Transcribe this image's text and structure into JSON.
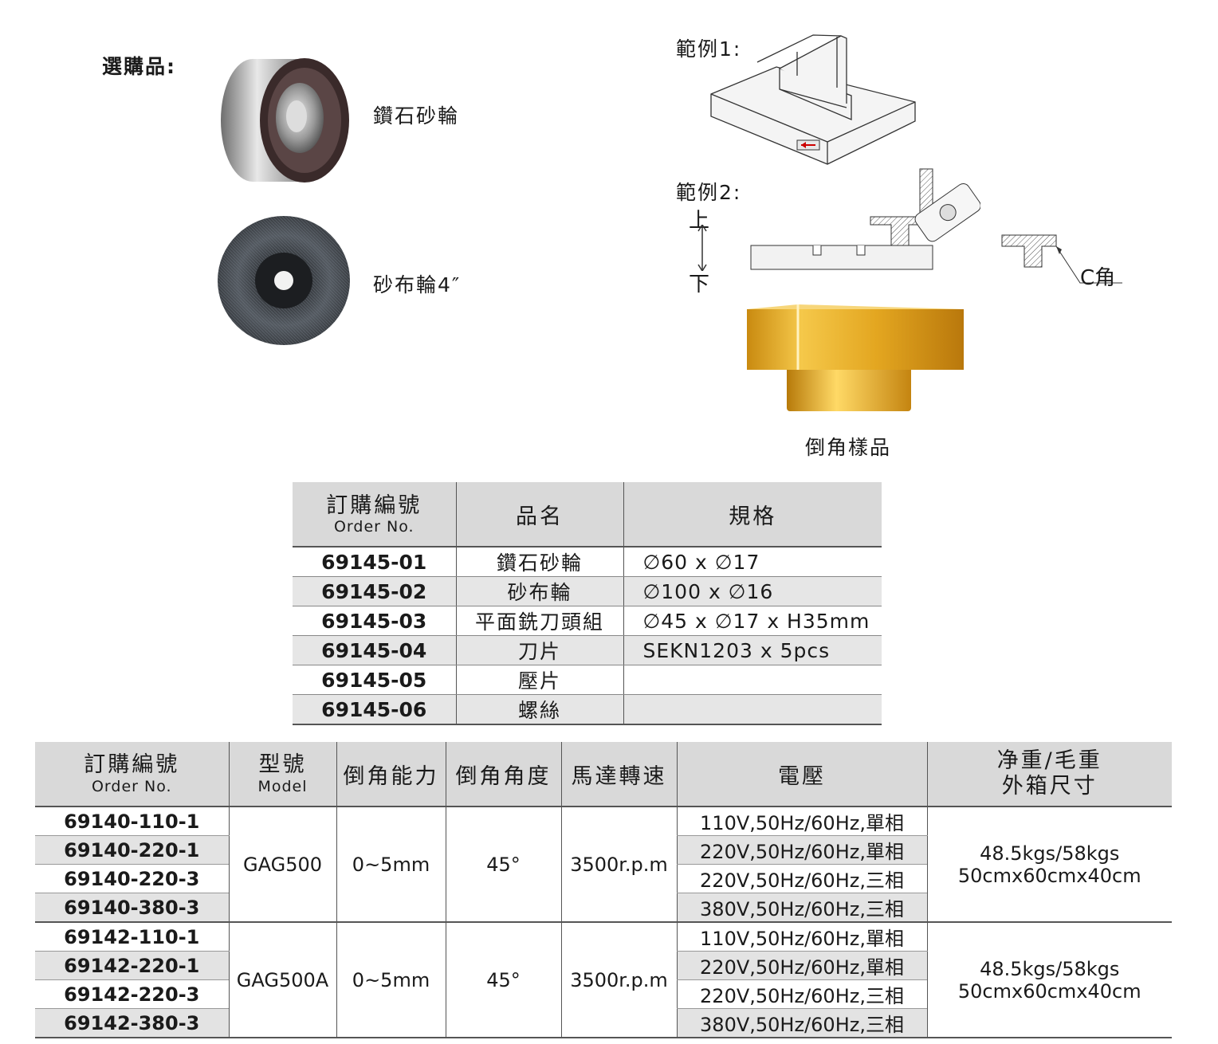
{
  "optional_label": "選購品:",
  "options": [
    {
      "label": "鑽石砂輪"
    },
    {
      "label": "砂布輪4″"
    }
  ],
  "examples": {
    "ex1_label": "範例1:",
    "ex2_label": "範例2:",
    "up_label": "上",
    "down_label": "下",
    "c_corner_label": "C角",
    "sample_label": "倒角樣品"
  },
  "parts_table": {
    "headers": {
      "order_main": "訂購編號",
      "order_sub": "Order No.",
      "name": "品名",
      "spec": "規格"
    },
    "rows": [
      {
        "order": "69145-01",
        "name": "鑽石砂輪",
        "spec": "∅60 x ∅17"
      },
      {
        "order": "69145-02",
        "name": "砂布輪",
        "spec": "∅100 x ∅16"
      },
      {
        "order": "69145-03",
        "name": "平面銑刀頭組",
        "spec": "∅45 x ∅17 x H35mm"
      },
      {
        "order": "69145-04",
        "name": "刀片",
        "spec": "SEKN1203 x 5pcs"
      },
      {
        "order": "69145-05",
        "name": "壓片",
        "spec": ""
      },
      {
        "order": "69145-06",
        "name": "螺絲",
        "spec": ""
      }
    ]
  },
  "model_table": {
    "headers": {
      "order_main": "訂購編號",
      "order_sub": "Order No.",
      "model_main": "型號",
      "model_sub": "Model",
      "capacity": "倒角能力",
      "angle": "倒角角度",
      "speed": "馬達轉速",
      "voltage": "電壓",
      "weight_line1": "净重/毛重",
      "weight_line2": "外箱尺寸"
    },
    "groups": [
      {
        "model": "GAG500",
        "capacity": "0~5mm",
        "angle": "45°",
        "speed": "3500r.p.m",
        "weight": "48.5kgs/58kgs",
        "box": "50cmx60cmx40cm",
        "rows": [
          {
            "order": "69140-110-1",
            "voltage": "110V,50Hz/60Hz,單相"
          },
          {
            "order": "69140-220-1",
            "voltage": "220V,50Hz/60Hz,單相"
          },
          {
            "order": "69140-220-3",
            "voltage": "220V,50Hz/60Hz,三相"
          },
          {
            "order": "69140-380-3",
            "voltage": "380V,50Hz/60Hz,三相"
          }
        ]
      },
      {
        "model": "GAG500A",
        "capacity": "0~5mm",
        "angle": "45°",
        "speed": "3500r.p.m",
        "weight": "48.5kgs/58kgs",
        "box": "50cmx60cmx40cm",
        "rows": [
          {
            "order": "69142-110-1",
            "voltage": "110V,50Hz/60Hz,單相"
          },
          {
            "order": "69142-220-1",
            "voltage": "220V,50Hz/60Hz,單相"
          },
          {
            "order": "69142-220-3",
            "voltage": "220V,50Hz/60Hz,三相"
          },
          {
            "order": "69142-380-3",
            "voltage": "380V,50Hz/60Hz,三相"
          }
        ]
      }
    ]
  }
}
